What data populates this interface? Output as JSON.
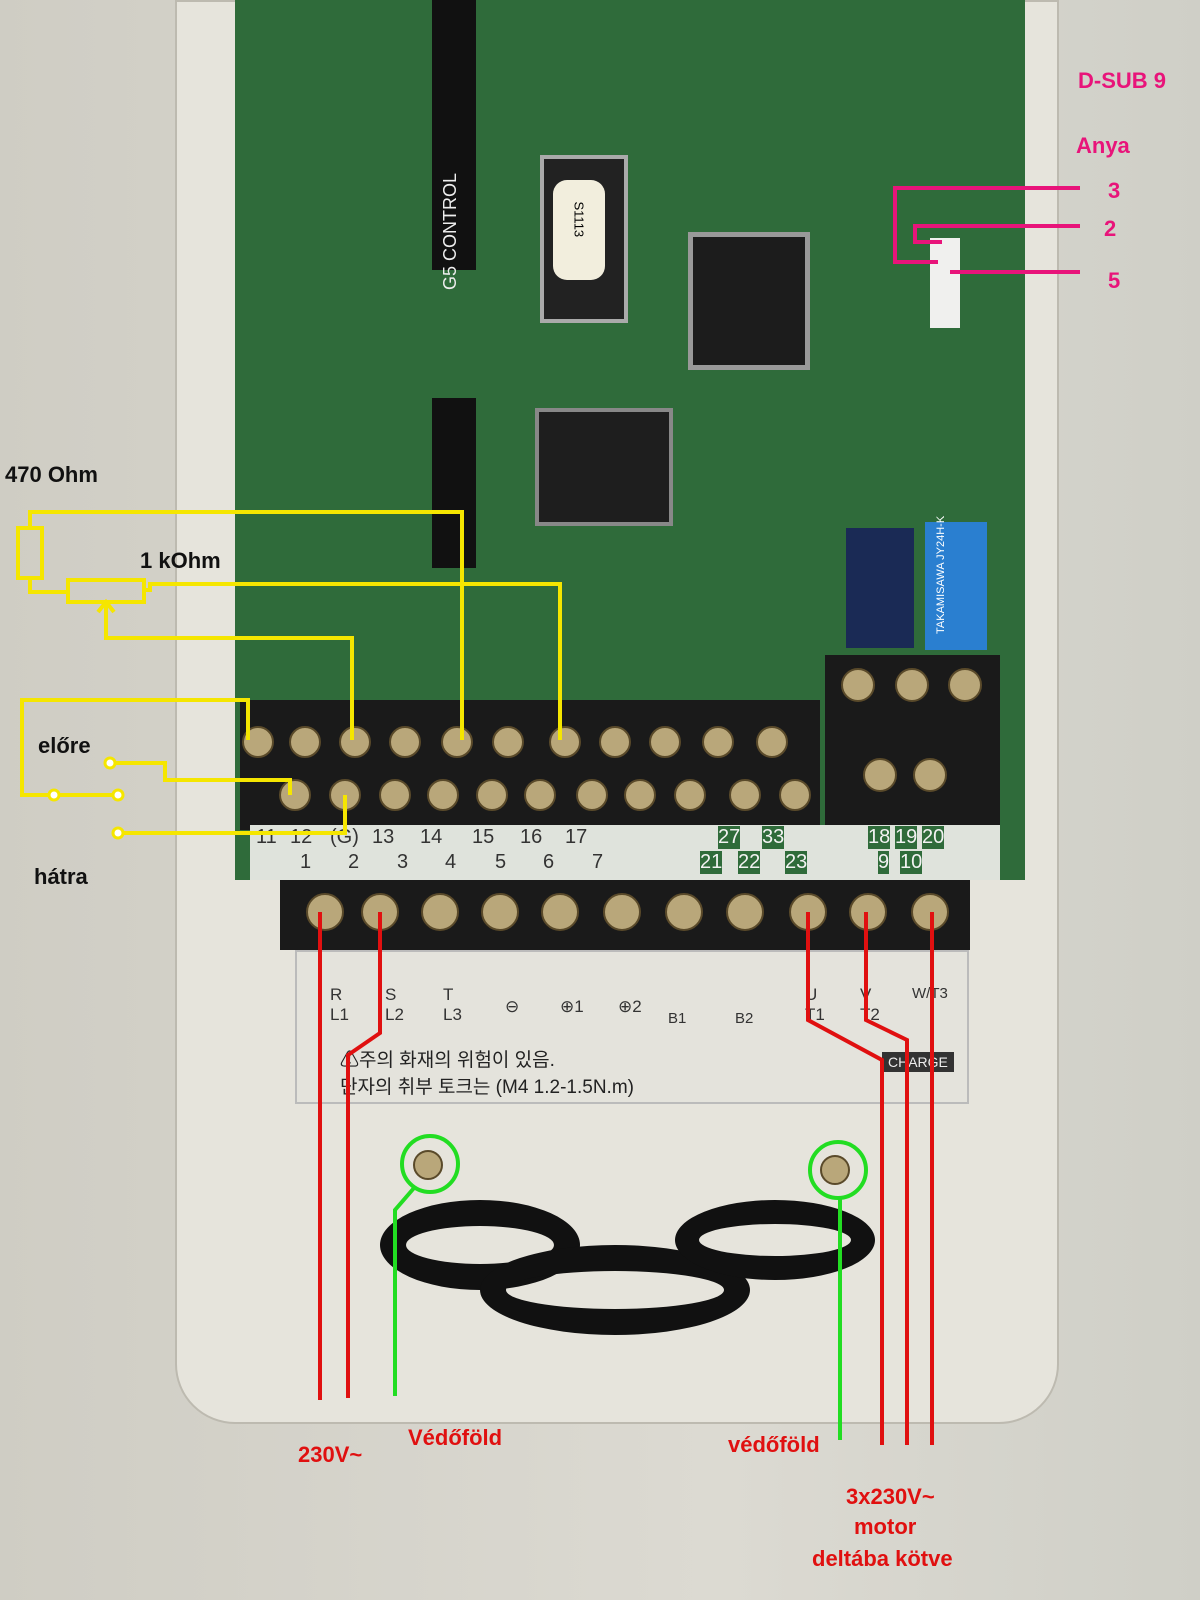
{
  "photo": {
    "board_label": "G5 CONTROL",
    "top_terminals": [
      "11",
      "12",
      "(G)",
      "13",
      "14",
      "15",
      "16",
      "17",
      "27",
      "33",
      "18",
      "19",
      "20"
    ],
    "bottom_terminals": [
      "1",
      "2",
      "3",
      "4",
      "5",
      "6",
      "7",
      "21",
      "22",
      "23",
      "9",
      "10"
    ],
    "power_terminals": [
      "R L1",
      "S L2",
      "T L3",
      "⊖",
      "⊕1",
      "⊕2",
      "B1",
      "B2",
      "U T1",
      "V T2",
      "W/T3"
    ],
    "charge_label": "CHARGE",
    "warning_text": [
      "⚠주의  화재의 위험이 있음.",
      "단자의 취부 토크는 (M4 1.2-1.5N.m)"
    ],
    "relay_label": "TAKAMISAWA JY24H-K",
    "chip_label": "S1113"
  },
  "annotations": {
    "dsub": "D-SUB 9",
    "anya": "Anya",
    "pin3": "3",
    "pin2": "2",
    "pin5": "5",
    "r470": "470 Ohm",
    "pot": "1 kOhm",
    "elore": "előre",
    "hatra": "hátra",
    "v230": "230V~",
    "vedofold1": "Védőföld",
    "vedofold2": "védőföld",
    "motor1": "3x230V~",
    "motor2": "motor",
    "motor3": "deltába kötve"
  },
  "colors": {
    "pink": "#e8147a",
    "yellow": "#f5e600",
    "red": "#e01010",
    "green": "#22dd22",
    "pcb": "#2f6b3a"
  }
}
